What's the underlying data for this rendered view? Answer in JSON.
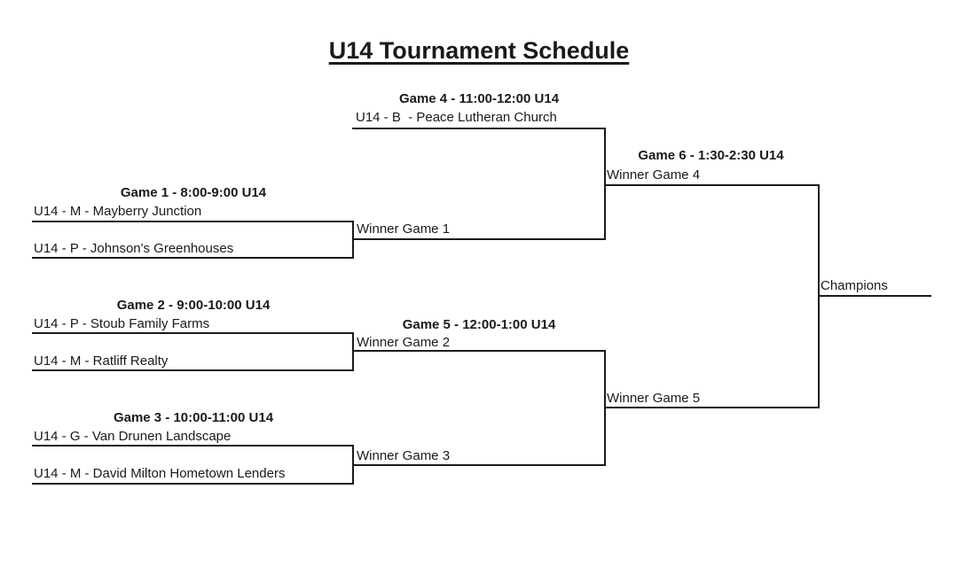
{
  "title": "U14 Tournament Schedule",
  "bracket": {
    "round1": [
      {
        "header": "Game 1 - 8:00-9:00 U14",
        "team1": "U14 - M - Mayberry Junction",
        "team2": "U14 - P - Johnson's Greenhouses"
      },
      {
        "header": "Game 2 - 9:00-10:00 U14",
        "team1": "U14 - P - Stoub Family Farms",
        "team2": "U14 - M - Ratliff Realty"
      },
      {
        "header": "Game 3 - 10:00-11:00 U14",
        "team1": "U14 - G - Van Drunen Landscape",
        "team2": "U14 - M - David Milton Hometown Lenders"
      }
    ],
    "game4": {
      "header": "Game 4 - 11:00-12:00 U14",
      "team1": "U14 - B  - Peace Lutheran Church",
      "team2": "Winner Game 1"
    },
    "game5": {
      "header": "Game 5 - 12:00-1:00 U14",
      "team1": "Winner Game 2",
      "team2": "Winner Game 3"
    },
    "game6": {
      "header": "Game 6 - 1:30-2:30 U14",
      "team1": "Winner Game 4",
      "team2": "Winner Game 5"
    },
    "final": {
      "label": "Champions"
    }
  },
  "colors": {
    "line": "#1a1a1a",
    "text": "#1a1a1a",
    "background": "#ffffff"
  }
}
